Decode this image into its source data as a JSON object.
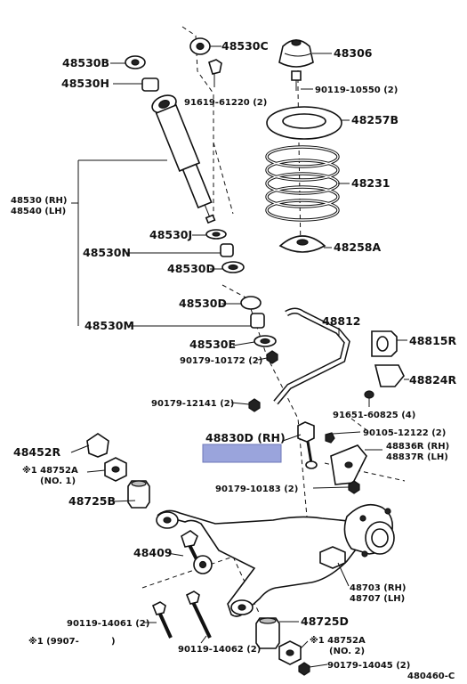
{
  "labels": {
    "l48530b": "48530B",
    "l48530c": "48530C",
    "l48306": "48306",
    "l48530h": "48530H",
    "l91619": "91619-61220 (2)",
    "l90119_10550": "90119-10550 (2)",
    "l48257b": "48257B",
    "l48530rh": "48530 (RH)",
    "l48540lh": "48540 (LH)",
    "l48231": "48231",
    "l48530j": "48530J",
    "l48258a": "48258A",
    "l48530n": "48530N",
    "l48530d_1": "48530D",
    "l48530d_2": "48530D",
    "l48812": "48812",
    "l48530m": "48530M",
    "l48815r": "48815R",
    "l48530e": "48530E",
    "l90179_10172": "90179-10172 (2)",
    "l48824r": "48824R",
    "l90179_12141": "90179-12141 (2)",
    "l91651": "91651-60825 (4)",
    "l48830d": "48830D (RH)",
    "l90105": "90105-12122 (2)",
    "l48452r": "48452R",
    "l48836r": "48836R (RH)",
    "l48837r": "48837R (LH)",
    "l48752a_1": "※1 48752A",
    "l48752a_1_no": "(NO. 1)",
    "l90179_10183": "90179-10183 (2)",
    "l48725b": "48725B",
    "l48409": "48409",
    "l48703": "48703 (RH)",
    "l48707": "48707 (LH)",
    "l90119_14061": "90119-14061 (2)",
    "l48725d": "48725D",
    "l90119_14062": "90119-14062 (2)",
    "l9907": "※1 (9907-",
    "l9907_close": ")",
    "l48752a_2": "※1 48752A",
    "l48752a_2_no": "(NO. 2)",
    "l90179_14045": "90179-14045 (2)",
    "l480460c": "480460-C"
  },
  "colors": {
    "highlight": "#9aa4dc",
    "line": "#111111"
  }
}
